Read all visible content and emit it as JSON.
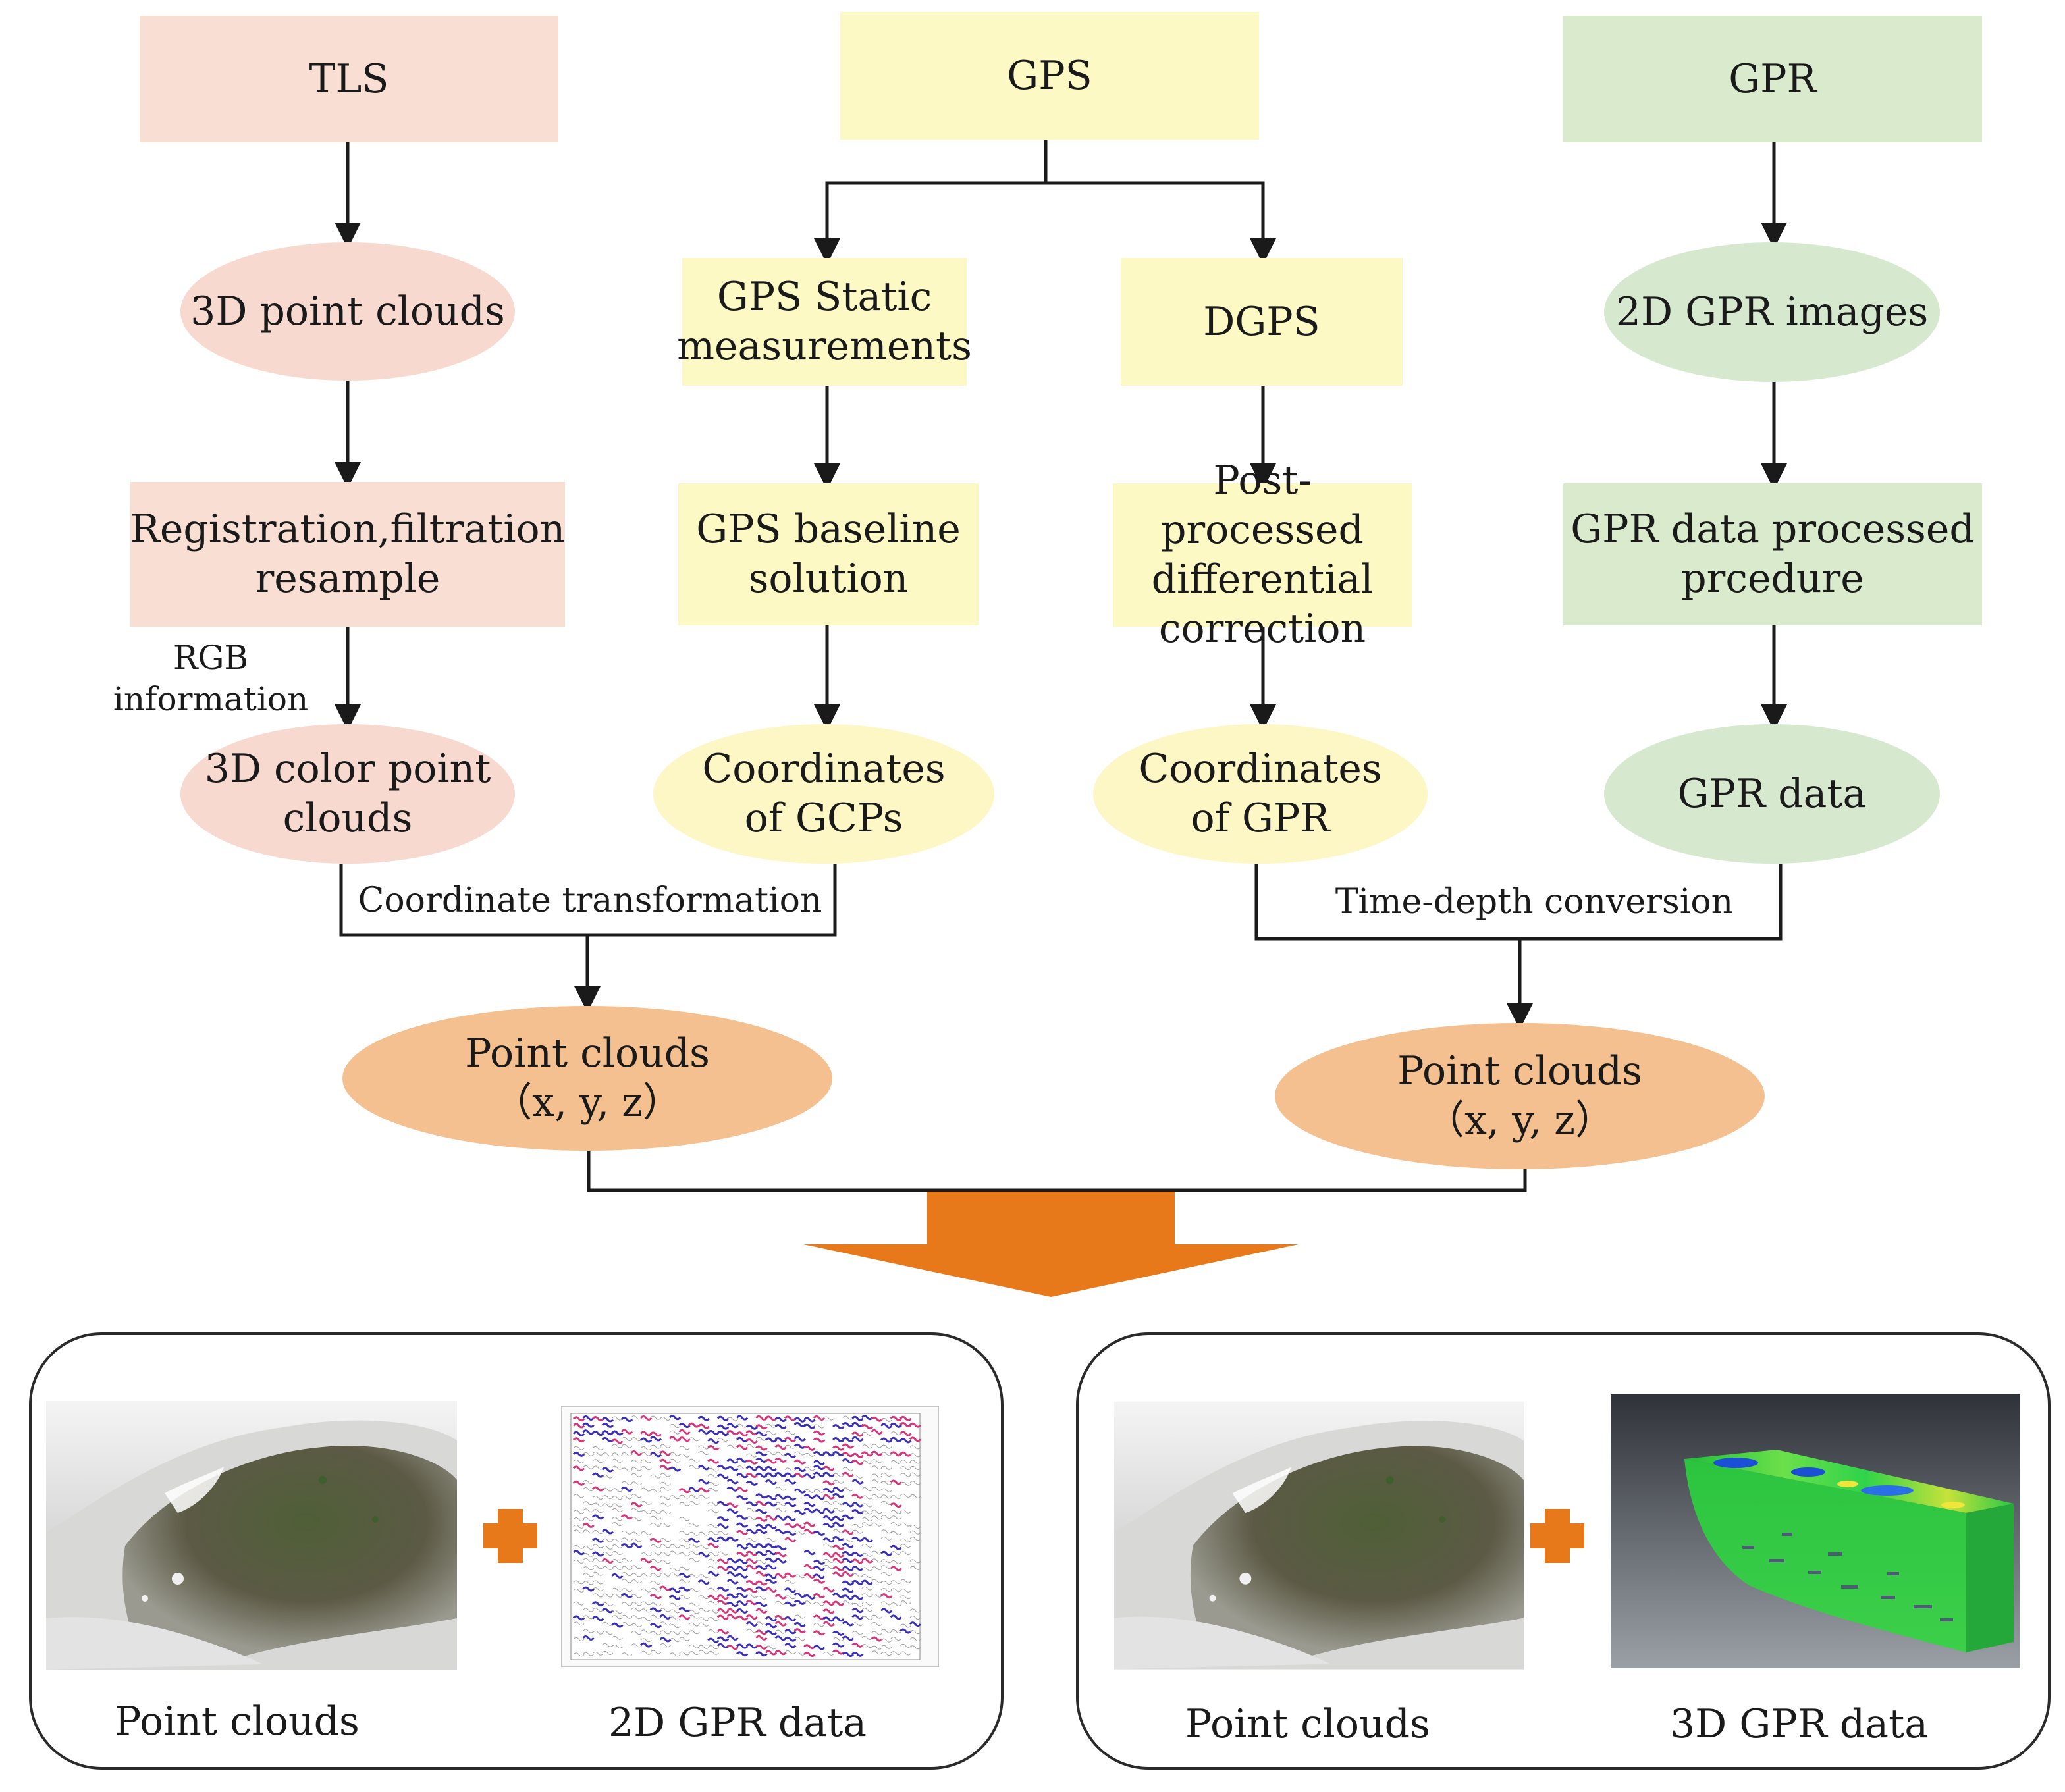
{
  "colors": {
    "line": "#1a1a1a",
    "big_arrow": "#e8791b",
    "tls": "#f9dfd3",
    "gps": "#fdf9c5",
    "gpr": "#d9ebcc",
    "merged": "#f4c08f"
  },
  "sources": {
    "tls": "TLS",
    "gps": "GPS",
    "gpr": "GPR"
  },
  "tls_column": {
    "point_clouds": "3D  point  clouds",
    "processing": "Registration,filtration\nresample",
    "rgb_note": "RGB\ninformation",
    "color_clouds": "3D color point\nclouds"
  },
  "gps_static_column": {
    "static": "GPS Static\nmeasurements",
    "baseline": "GPS baseline\nsolution",
    "gcps": "Coordinates\nof  GCPs"
  },
  "dgps_column": {
    "dgps": "DGPS",
    "correction": "Post-processed\ndifferential\ncorrection",
    "coords": "Coordinates\nof  GPR"
  },
  "gpr_column": {
    "images": "2D  GPR  images",
    "procedure": "GPR data processed\nprcedure",
    "data": "GPR  data"
  },
  "merge_labels": {
    "left": "Coordinate transformation",
    "right": "Time-depth conversion"
  },
  "merged": {
    "left": "Point  clouds\n（x,  y,  z）",
    "right": "Point  clouds\n（x,  y,  z）"
  },
  "results": {
    "left_panel": {
      "caption_1": "Point  clouds",
      "caption_2": "2D GPR data"
    },
    "right_panel": {
      "caption_1": "Point  clouds",
      "caption_2": "3D GPR data"
    }
  }
}
